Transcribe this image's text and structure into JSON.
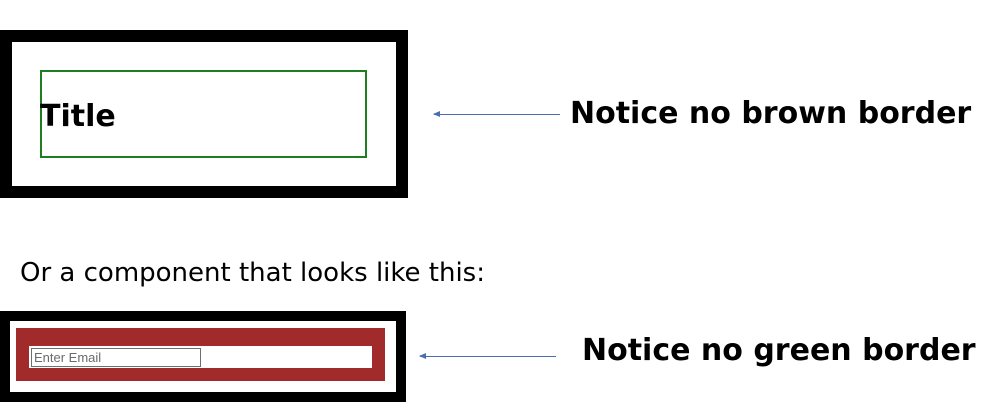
{
  "example_title": {
    "title": "Title",
    "note": "Notice no brown border"
  },
  "caption": "Or a component that looks like this:",
  "example_email": {
    "email_placeholder": "Enter Email",
    "note": "Notice no green border"
  },
  "colors": {
    "outer_border": "#000000",
    "green_border": "#1e7d1e",
    "brown_fill": "#a12a2a",
    "arrow": "#4a6fb0"
  }
}
